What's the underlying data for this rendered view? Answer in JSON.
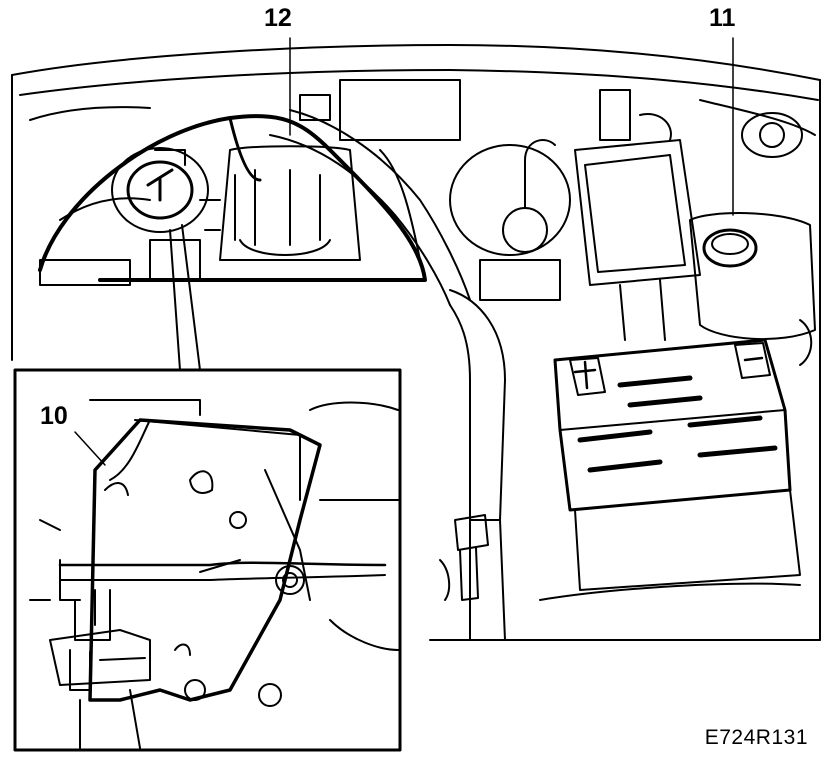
{
  "callouts": {
    "label_10": "10",
    "label_11": "11",
    "label_12": "12"
  },
  "figure_code": "E724R131",
  "colors": {
    "ink": "#000000",
    "paper": "#ffffff"
  }
}
